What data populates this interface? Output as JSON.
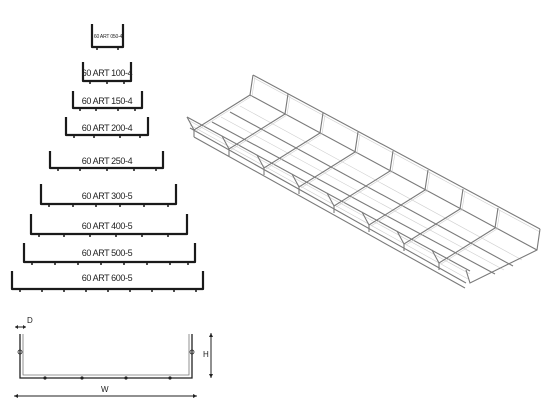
{
  "profiles": [
    {
      "label": "60 ART 050-4"
    },
    {
      "label": "60 ART 100-4"
    },
    {
      "label": "60 ART 150-4"
    },
    {
      "label": "60 ART 200-4"
    },
    {
      "label": "60 ART 250-4"
    },
    {
      "label": "60 ART 300-5"
    },
    {
      "label": "60 ART 400-5"
    },
    {
      "label": "60 ART 500-5"
    },
    {
      "label": "60 ART 600-5"
    }
  ],
  "dimensions": {
    "d_label": "D",
    "h_label": "H",
    "w_label": "W"
  }
}
